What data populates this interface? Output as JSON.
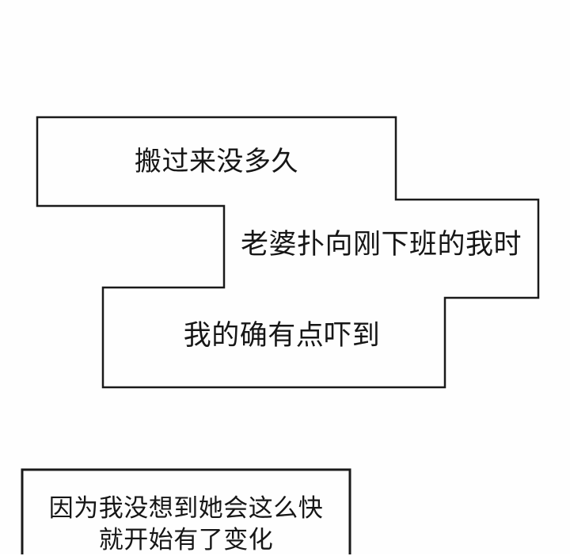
{
  "page": {
    "background_color": "#fefefe",
    "line_color": "#1a1a1a",
    "text_color": "#161616"
  },
  "panel": {
    "captions": [
      {
        "text": "搬过来没多久"
      },
      {
        "text": "老婆扑向刚下班的我时"
      },
      {
        "text": "我的确有点吓到"
      }
    ]
  },
  "bottom_box": {
    "line1": "因为我没想到她会这么快",
    "line2": "就开始有了变化"
  }
}
